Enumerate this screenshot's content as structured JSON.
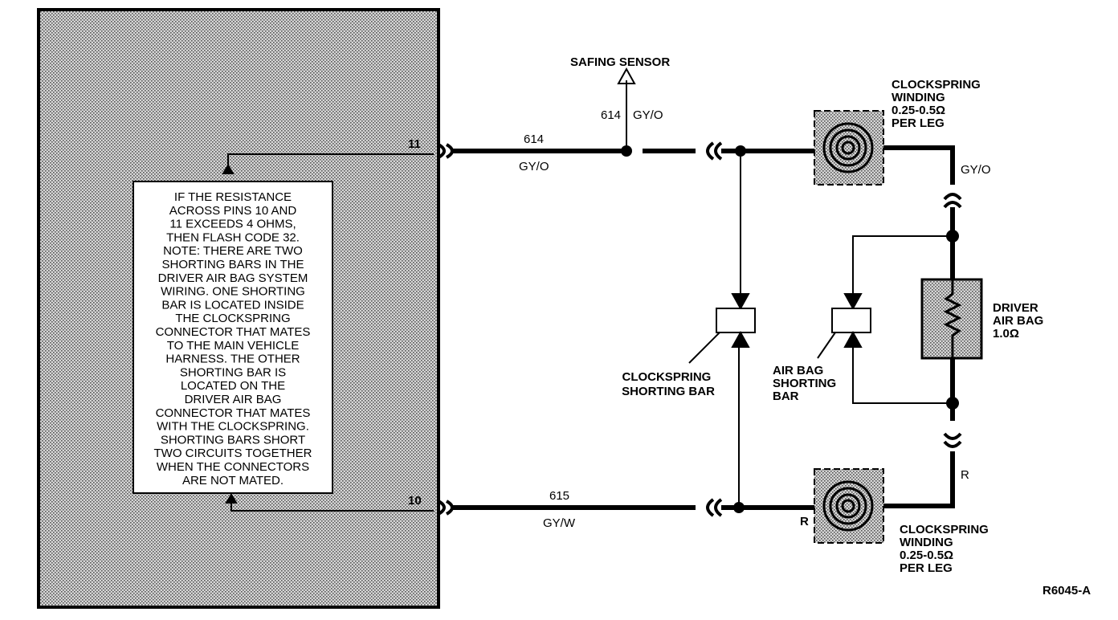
{
  "note": {
    "lines": [
      "IF THE RESISTANCE",
      "ACROSS PINS 10 AND",
      "11 EXCEEDS 4 OHMS,",
      "THEN FLASH CODE 32.",
      "NOTE: THERE ARE TWO",
      "SHORTING BARS IN THE",
      "DRIVER AIR BAG SYSTEM",
      "WIRING. ONE SHORTING",
      "BAR IS LOCATED INSIDE",
      "THE CLOCKSPRING",
      "CONNECTOR THAT MATES",
      "TO THE MAIN VEHICLE",
      "HARNESS. THE OTHER",
      "SHORTING BAR IS",
      "LOCATED ON THE",
      "DRIVER AIR BAG",
      "CONNECTOR THAT MATES",
      "WITH THE CLOCKSPRING.",
      "SHORTING BARS SHORT",
      "TWO CIRCUITS TOGETHER",
      "WHEN THE CONNECTORS",
      "ARE NOT MATED."
    ]
  },
  "pins": {
    "top": "11",
    "bottom": "10"
  },
  "wires": {
    "top": {
      "circuit": "614",
      "color": "GY/O"
    },
    "bottom": {
      "circuit": "615",
      "color": "GY/W"
    },
    "safing": {
      "circuit": "614",
      "color": "GY/O"
    },
    "right_top_color": "GY/O",
    "right_bottom_color": "R",
    "bottom_winding_color": "R"
  },
  "safing_sensor": "SAFING SENSOR",
  "clockspring_top": [
    "CLOCKSPRING",
    "WINDING",
    "0.25-0.5Ω",
    "PER LEG"
  ],
  "clockspring_bottom": [
    "CLOCKSPRING",
    "WINDING",
    "0.25-0.5Ω",
    "PER LEG"
  ],
  "driver_air_bag": [
    "DRIVER",
    "AIR BAG",
    "1.0Ω"
  ],
  "clockspring_shorting_bar": [
    "CLOCKSPRING",
    "SHORTING BAR"
  ],
  "air_bag_shorting_bar": [
    "AIR BAG",
    "SHORTING",
    "BAR"
  ],
  "figure_id": "R6045-A",
  "colors": {
    "ink": "#000000",
    "shade": "#9a9a9a"
  }
}
